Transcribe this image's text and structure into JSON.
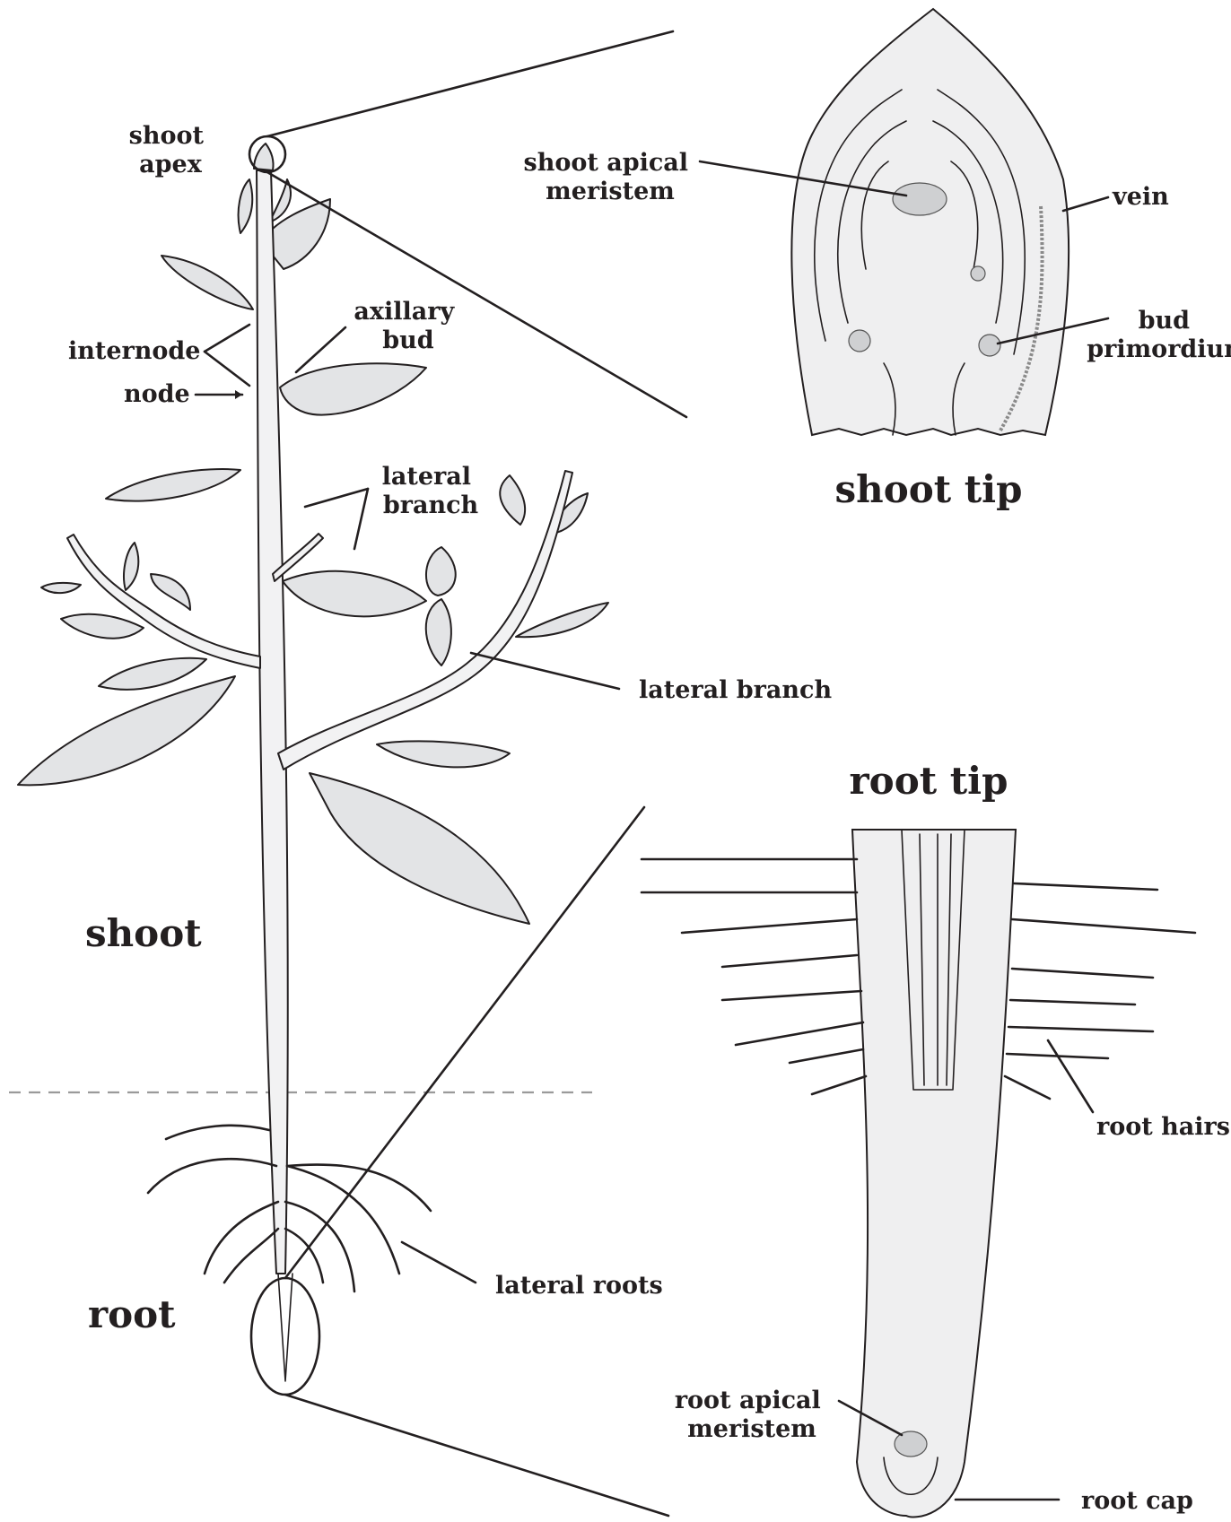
{
  "labels": {
    "shoot_apex": [
      "shoot",
      "apex"
    ],
    "axillary_bud": [
      "axillary",
      "bud"
    ],
    "internode": "internode",
    "node": "node",
    "lateral_branch_top": [
      "lateral",
      "branch"
    ],
    "lateral_branch": "lateral branch",
    "shoot": "shoot",
    "root": "root",
    "lateral_roots": "lateral roots",
    "shoot_apical_meristem": [
      "shoot apical",
      "meristem"
    ],
    "vein": "vein",
    "bud_primordium": [
      "bud",
      "primordium"
    ],
    "shoot_tip": "shoot tip",
    "root_tip": "root tip",
    "root_hairs": "root hairs",
    "root_apical_meristem": [
      "root apical",
      "meristem"
    ],
    "root_cap": "root cap"
  }
}
